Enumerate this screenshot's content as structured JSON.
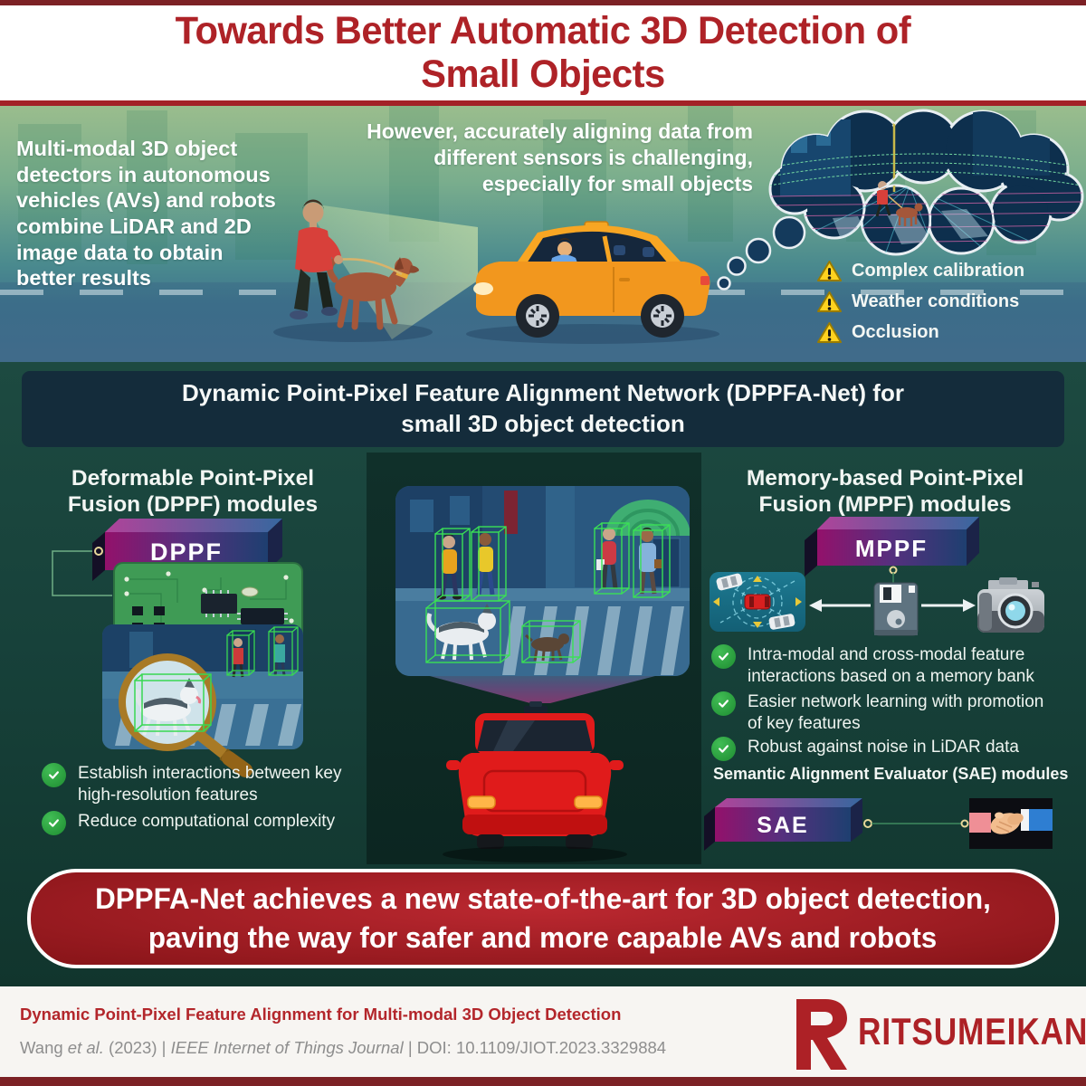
{
  "colors": {
    "accent_red": "#ae2227",
    "maroon_bar": "#7c2125",
    "banner_navy": "#142c3b",
    "panel_green_dark": "#123a32",
    "module_bar_magenta": "#93116b",
    "module_bar_navy": "#1e3f70",
    "check_green": "#25a23a",
    "warning_yellow": "#ffd21f",
    "footer_gray": "#8e8e8e"
  },
  "header": {
    "title_line1": "Towards Better Automatic 3D Detection of",
    "title_line2": "Small Objects"
  },
  "intro": {
    "description": "Multi-modal 3D object detectors in autonomous vehicles (AVs) and robots combine LiDAR and 2D image data to obtain better results",
    "challenge": "However, accurately aligning data from different sensors is challenging, especially for small objects",
    "challenge_items": [
      "Complex calibration",
      "Weather conditions",
      "Occlusion"
    ]
  },
  "solution_banner": {
    "line1": "Dynamic Point-Pixel Feature Alignment Network (DPPFA-Net) for",
    "line2": "small 3D object detection"
  },
  "modules": {
    "dppf": {
      "title_line1": "Deformable Point-Pixel",
      "title_line2": "Fusion (DPPF) modules",
      "tag": "DPPF",
      "benefits": [
        "Establish interactions between key high-resolution features",
        "Reduce computational complexity"
      ]
    },
    "mppf": {
      "title_line1": "Memory-based Point-Pixel",
      "title_line2": "Fusion (MPPF) modules",
      "tag": "MPPF",
      "benefits": [
        "Intra-modal and cross-modal feature interactions based on a memory bank",
        "Easier network learning with promotion of key features",
        "Robust against noise in LiDAR data"
      ]
    },
    "sae": {
      "title": "Semantic Alignment Evaluator (SAE) modules",
      "tag": "SAE"
    }
  },
  "conclusion": {
    "line1": "DPPFA-Net achieves a new state-of-the-art for 3D object detection,",
    "line2": "paving the way for safer and more capable AVs and robots"
  },
  "footer": {
    "paper_title": "Dynamic Point-Pixel Feature Alignment for Multi-modal 3D Object Detection",
    "citation_authors": "Wang ",
    "citation_etal": "et al.",
    "citation_middle": " (2023) | ",
    "citation_journal": "IEEE Internet of Things Journal",
    "citation_doi": " | DOI: 10.1109/JIOT.2023.3329884",
    "logo_text": "RITSUMEIKAN"
  }
}
